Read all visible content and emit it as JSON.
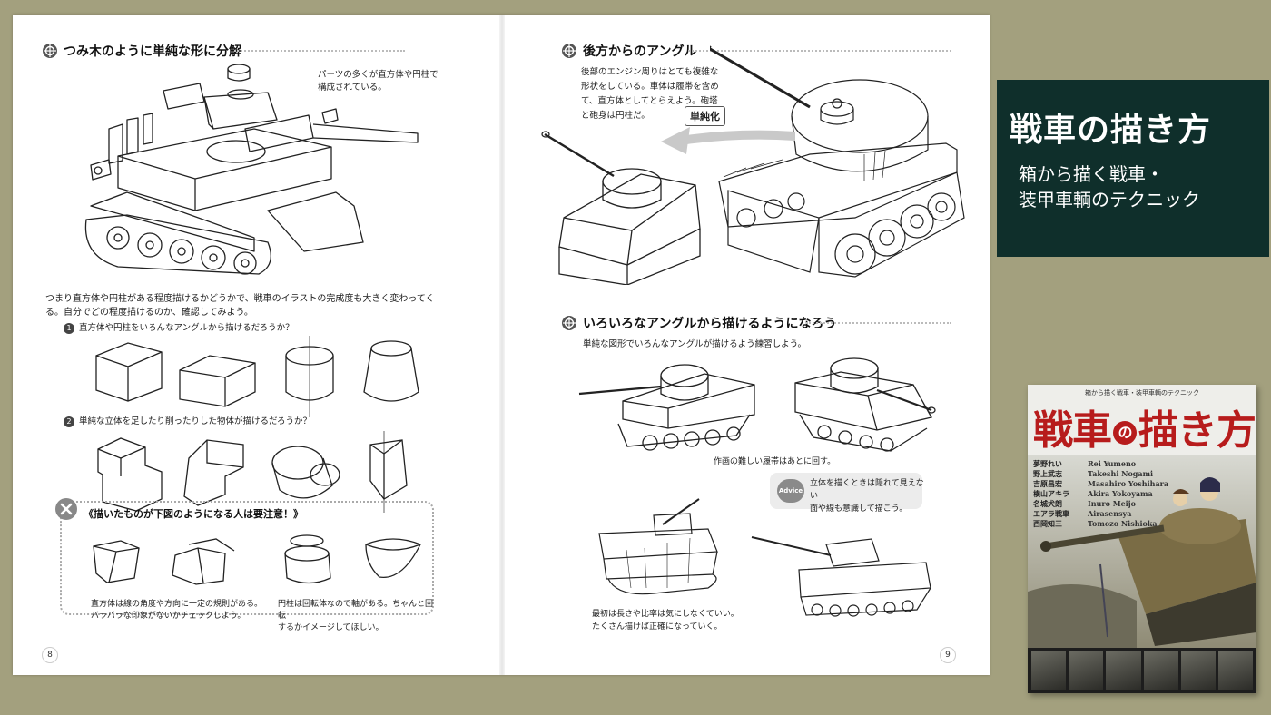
{
  "left_page": {
    "section1_title": "つみ木のように単純な形に分解",
    "callout": "パーツの多くが直方体や円柱で\n構成されている。",
    "body_text": "つまり直方体や円柱がある程度描けるかどうかで、戦車のイラストの完成度も大きく変わってくる。自分でどの程度描けるのか、確認してみよう。",
    "question1_num": "1",
    "question1": "直方体や円柱をいろんなアングルから描けるだろうか？",
    "question2_num": "2",
    "question2": "単純な立体を足したり削ったりした物体が描けるだろうか？",
    "warning_title": "《描いたものが下図のようになる人は要注意！》",
    "warning_note_left": "直方体は線の角度や方向に一定の規則がある。\nバラバラな印象がないかチェックしよう。",
    "warning_note_right": "円柱は回転体なので軸がある。ちゃんと回転\nするかイメージしてほしい。",
    "page_number": "8"
  },
  "right_page": {
    "section2_title": "後方からのアングル",
    "section2_text": "後部のエンジン周りはとても複雑な\n形状をしている。車体は履帯を含め\nて、直方体としてとらえよう。砲塔\nと砲身は円柱だ。",
    "simplify_badge": "単純化",
    "section3_title": "いろいろなアングルから描けるようになろう",
    "section3_text": "単純な図形でいろんなアングルが描けるよう練習しよう。",
    "caption_tracks": "作画の難しい履帯はあとに回す。",
    "advice_label": "Advice",
    "advice_text": "立体を描くときは隠れて見えない\n面や線も意識して描こう。",
    "caption_bottom": "最初は長さや比率は気にしなくていい。\nたくさん描けば正確になっていく。",
    "page_number": "9"
  },
  "title_panel": {
    "title": "戦車の描き方",
    "subtitle_line1": "箱から描く戦車・",
    "subtitle_line2": "装甲車輌のテクニック"
  },
  "cover": {
    "tagline": "箱から描く戦車・装甲車輌のテクニック",
    "title_a": "戦車",
    "title_no": "の",
    "title_b": "描き方",
    "authors": [
      {
        "jp": "夢野れい",
        "en": "Rei Yumeno"
      },
      {
        "jp": "野上武志",
        "en": "Takeshi Nogami"
      },
      {
        "jp": "吉原昌宏",
        "en": "Masahiro Yoshihara"
      },
      {
        "jp": "横山アキラ",
        "en": "Akira Yokoyama"
      },
      {
        "jp": "名城犬朗",
        "en": "Inuro Meijo"
      },
      {
        "jp": "エアラ戦車",
        "en": "Airasensya"
      },
      {
        "jp": "西岡知三",
        "en": "Tomozo Nishioka"
      }
    ]
  },
  "colors": {
    "background": "#a3a07e",
    "title_panel": "#0f2f2b",
    "cover_title": "#b71c1c"
  }
}
